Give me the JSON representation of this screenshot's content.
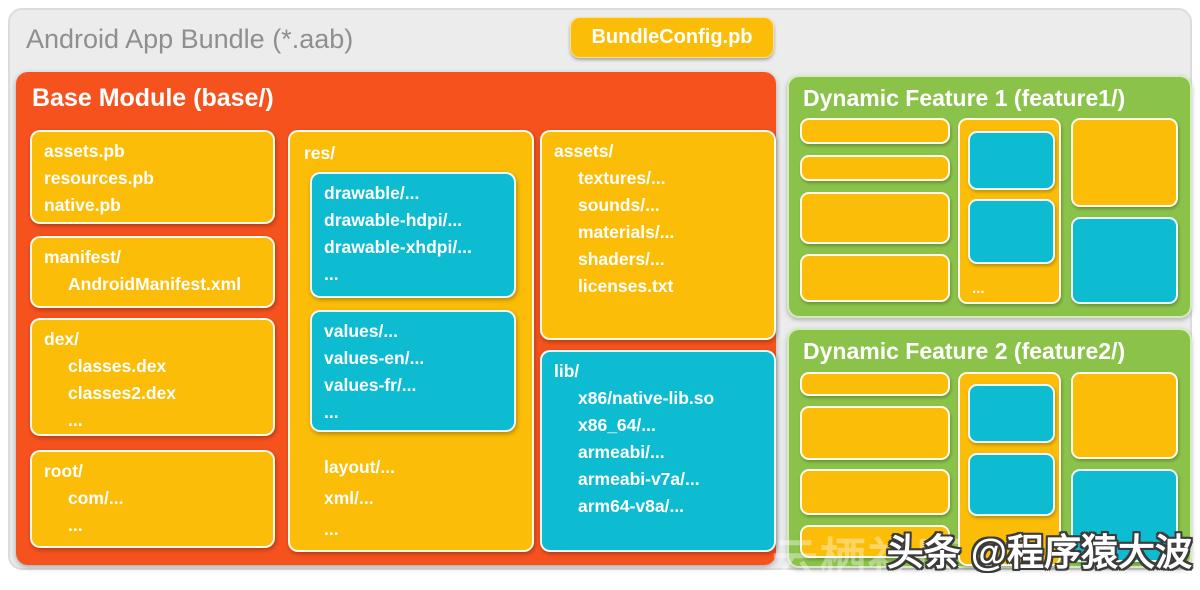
{
  "header": {
    "title": "Android App Bundle (*.aab)",
    "bundle_config": "BundleConfig.pb"
  },
  "colors": {
    "base_module_orange": "#F5521E",
    "file_box_yellow": "#FBBD08",
    "resource_box_cyan": "#0EBCD2",
    "feature_green": "#8BC34A",
    "panel_gray": "#ECECEC",
    "title_text_gray": "#8F8F8F",
    "box_text_white": "#FFFFFF"
  },
  "base_module": {
    "title": "Base Module (base/)",
    "meta_box": [
      {
        "text": "assets.pb",
        "indent": 0
      },
      {
        "text": "resources.pb",
        "indent": 0
      },
      {
        "text": "native.pb",
        "indent": 0
      }
    ],
    "manifest_box": [
      {
        "text": "manifest/",
        "indent": 0
      },
      {
        "text": "AndroidManifest.xml",
        "indent": 1
      }
    ],
    "dex_box": [
      {
        "text": "dex/",
        "indent": 0
      },
      {
        "text": "classes.dex",
        "indent": 1
      },
      {
        "text": "classes2.dex",
        "indent": 1
      },
      {
        "text": "...",
        "indent": 1
      }
    ],
    "root_box": [
      {
        "text": "root/",
        "indent": 0
      },
      {
        "text": "com/...",
        "indent": 1
      },
      {
        "text": "...",
        "indent": 1
      }
    ],
    "res_box": {
      "label": "res/",
      "drawable_box": [
        {
          "text": "drawable/...",
          "indent": 0
        },
        {
          "text": "drawable-hdpi/...",
          "indent": 0
        },
        {
          "text": "drawable-xhdpi/...",
          "indent": 0
        },
        {
          "text": "...",
          "indent": 0
        }
      ],
      "values_box": [
        {
          "text": "values/...",
          "indent": 0
        },
        {
          "text": "values-en/...",
          "indent": 0
        },
        {
          "text": "values-fr/...",
          "indent": 0
        },
        {
          "text": "...",
          "indent": 0
        }
      ],
      "tail_lines": [
        {
          "text": "layout/...",
          "indent": 0
        },
        {
          "text": "xml/...",
          "indent": 0
        },
        {
          "text": "...",
          "indent": 0
        }
      ]
    },
    "assets_box": [
      {
        "text": "assets/",
        "indent": 0
      },
      {
        "text": "textures/...",
        "indent": 1
      },
      {
        "text": "sounds/...",
        "indent": 1
      },
      {
        "text": "materials/...",
        "indent": 1
      },
      {
        "text": "shaders/...",
        "indent": 1
      },
      {
        "text": "licenses.txt",
        "indent": 1
      }
    ],
    "lib_box": [
      {
        "text": "lib/",
        "indent": 0
      },
      {
        "text": "x86/native-lib.so",
        "indent": 1
      },
      {
        "text": "x86_64/...",
        "indent": 1
      },
      {
        "text": "armeabi/...",
        "indent": 1
      },
      {
        "text": "armeabi-v7a/...",
        "indent": 1
      },
      {
        "text": "arm64-v8a/...",
        "indent": 1
      }
    ]
  },
  "feature1": {
    "title": "Dynamic Feature 1 (feature1/)",
    "ellipsis": "..."
  },
  "feature2": {
    "title": "Dynamic Feature 2 (feature2/)",
    "ellipsis": "..."
  },
  "watermark": {
    "badge": "头条 @程序猿大波",
    "faint": "云栖社区"
  }
}
